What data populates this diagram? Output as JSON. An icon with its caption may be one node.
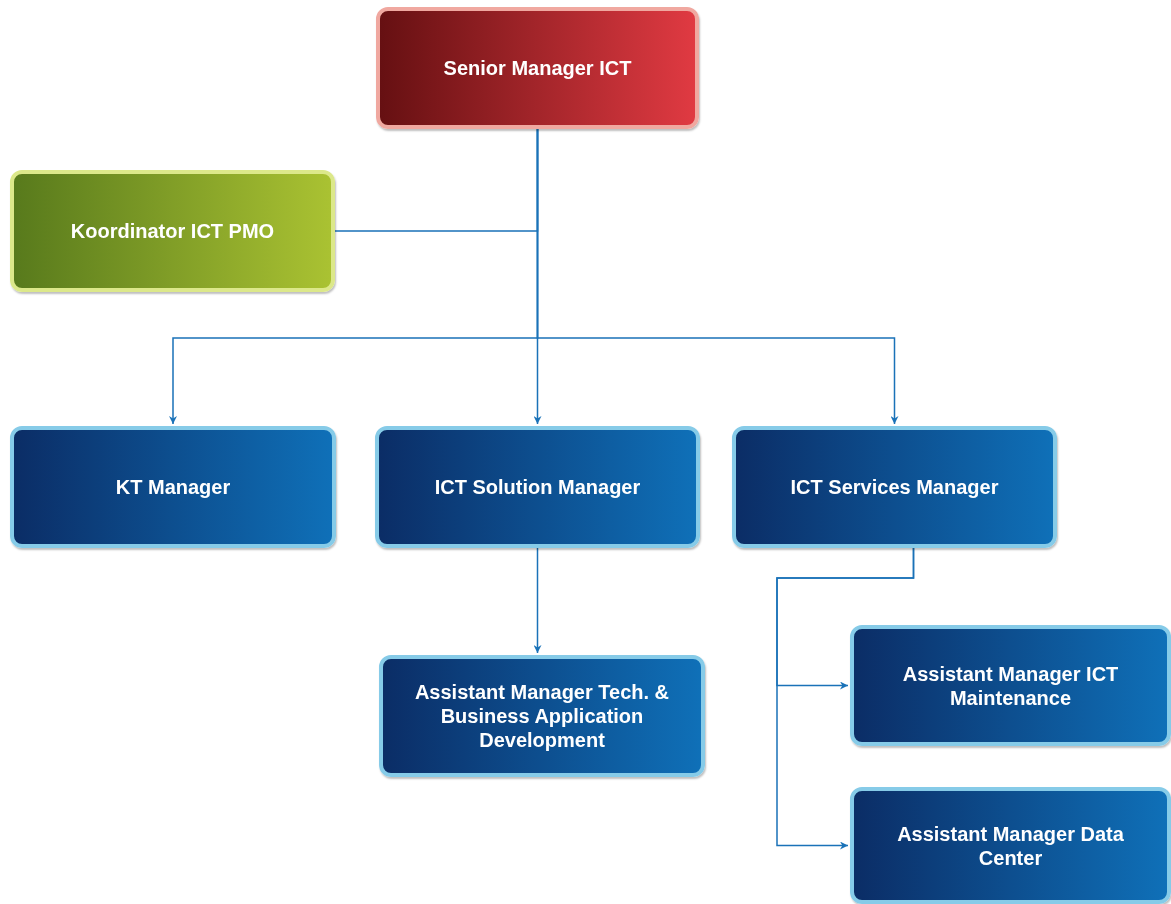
{
  "diagram": {
    "nodes": [
      {
        "text": [
          "Senior Manager ICT"
        ]
      },
      {
        "text": [
          "Koordinator ICT PMO"
        ]
      },
      {
        "text": [
          "KT Manager"
        ]
      },
      {
        "text": [
          "ICT Solution Manager"
        ]
      },
      {
        "text": [
          "ICT Services Manager"
        ]
      },
      {
        "text": [
          "Assistant Manager Tech. & Business Application Development"
        ]
      },
      {
        "text": [
          "Assistant Manager ICT Maintenance"
        ]
      },
      {
        "text": [
          "Assistant Manager Data Center"
        ]
      }
    ],
    "edges": [
      {
        "from": 0,
        "to": 1,
        "arrow": "none"
      },
      {
        "from": 0,
        "to": 2,
        "arrow": "to"
      },
      {
        "from": 0,
        "to": 3,
        "arrow": "to"
      },
      {
        "from": 0,
        "to": 4,
        "arrow": "to"
      },
      {
        "from": 3,
        "to": 5,
        "arrow": "to"
      },
      {
        "from": 4,
        "to": 6,
        "arrow": "to"
      },
      {
        "from": 4,
        "to": 7,
        "arrow": "to"
      }
    ]
  }
}
